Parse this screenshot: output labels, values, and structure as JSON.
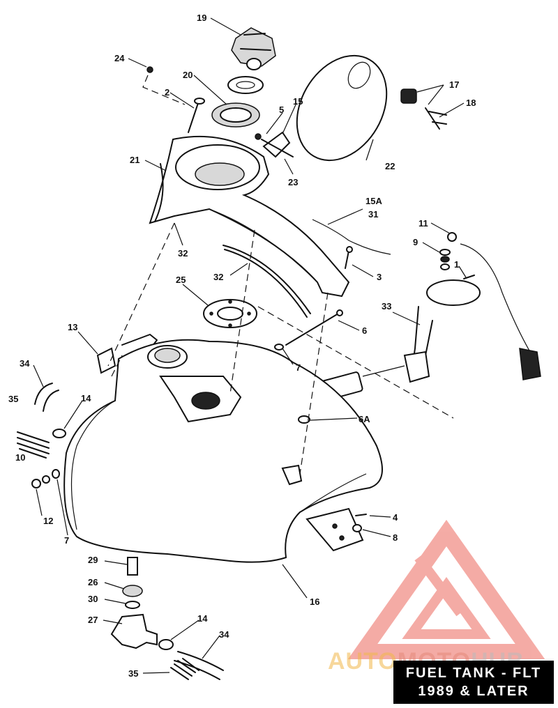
{
  "callouts": [
    {
      "id": "c19",
      "text": "19"
    },
    {
      "id": "c24",
      "text": "24"
    },
    {
      "id": "c20",
      "text": "20"
    },
    {
      "id": "c2",
      "text": "2"
    },
    {
      "id": "c5",
      "text": "5"
    },
    {
      "id": "c15",
      "text": "15"
    },
    {
      "id": "c17",
      "text": "17"
    },
    {
      "id": "c18",
      "text": "18"
    },
    {
      "id": "c21",
      "text": "21"
    },
    {
      "id": "c22",
      "text": "22"
    },
    {
      "id": "c23",
      "text": "23"
    },
    {
      "id": "c15a",
      "text": "15A"
    },
    {
      "id": "c31",
      "text": "31"
    },
    {
      "id": "c11",
      "text": "11"
    },
    {
      "id": "c9",
      "text": "9"
    },
    {
      "id": "c1",
      "text": "1"
    },
    {
      "id": "c32a",
      "text": "32"
    },
    {
      "id": "c32b",
      "text": "32"
    },
    {
      "id": "c3",
      "text": "3"
    },
    {
      "id": "c25",
      "text": "25"
    },
    {
      "id": "c33",
      "text": "33"
    },
    {
      "id": "c6",
      "text": "6"
    },
    {
      "id": "c13",
      "text": "13"
    },
    {
      "id": "c7a",
      "text": "7"
    },
    {
      "id": "c34a",
      "text": "34"
    },
    {
      "id": "c14a",
      "text": "14"
    },
    {
      "id": "c35a",
      "text": "35"
    },
    {
      "id": "c6a",
      "text": "6A"
    },
    {
      "id": "c10",
      "text": "10"
    },
    {
      "id": "c12",
      "text": "12"
    },
    {
      "id": "c7b",
      "text": "7"
    },
    {
      "id": "c4",
      "text": "4"
    },
    {
      "id": "c8",
      "text": "8"
    },
    {
      "id": "c29",
      "text": "29"
    },
    {
      "id": "c26",
      "text": "26"
    },
    {
      "id": "c30",
      "text": "30"
    },
    {
      "id": "c16",
      "text": "16"
    },
    {
      "id": "c27",
      "text": "27"
    },
    {
      "id": "c14b",
      "text": "14"
    },
    {
      "id": "c34b",
      "text": "34"
    },
    {
      "id": "c35b",
      "text": "35"
    }
  ],
  "title": {
    "line1": "FUEL TANK - FLT",
    "line2": "1989 & LATER"
  },
  "watermark": {
    "part1": "AUTO",
    "part2": "MOTO",
    "part3": "HUB"
  },
  "colors": {
    "watermark_red": "#e8473a",
    "watermark_gold": "#f2b84a"
  }
}
